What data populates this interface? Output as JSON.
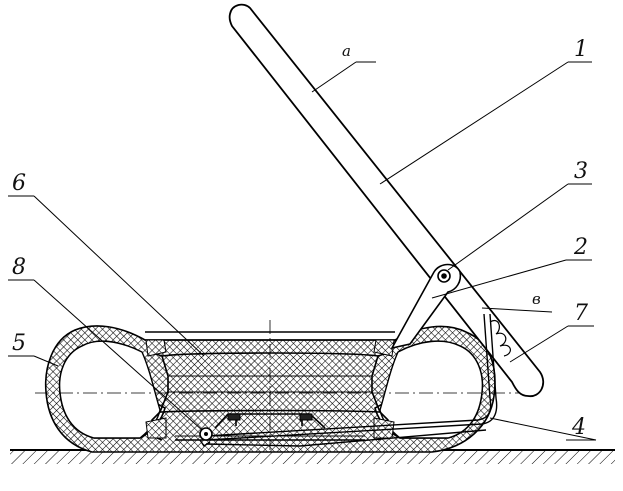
{
  "drawing": {
    "labels": {
      "n1": "1",
      "n2": "2",
      "n3": "3",
      "n4": "4",
      "n5": "5",
      "n6": "6",
      "n7": "7",
      "n8": "8",
      "a": "а",
      "v": "в"
    }
  }
}
